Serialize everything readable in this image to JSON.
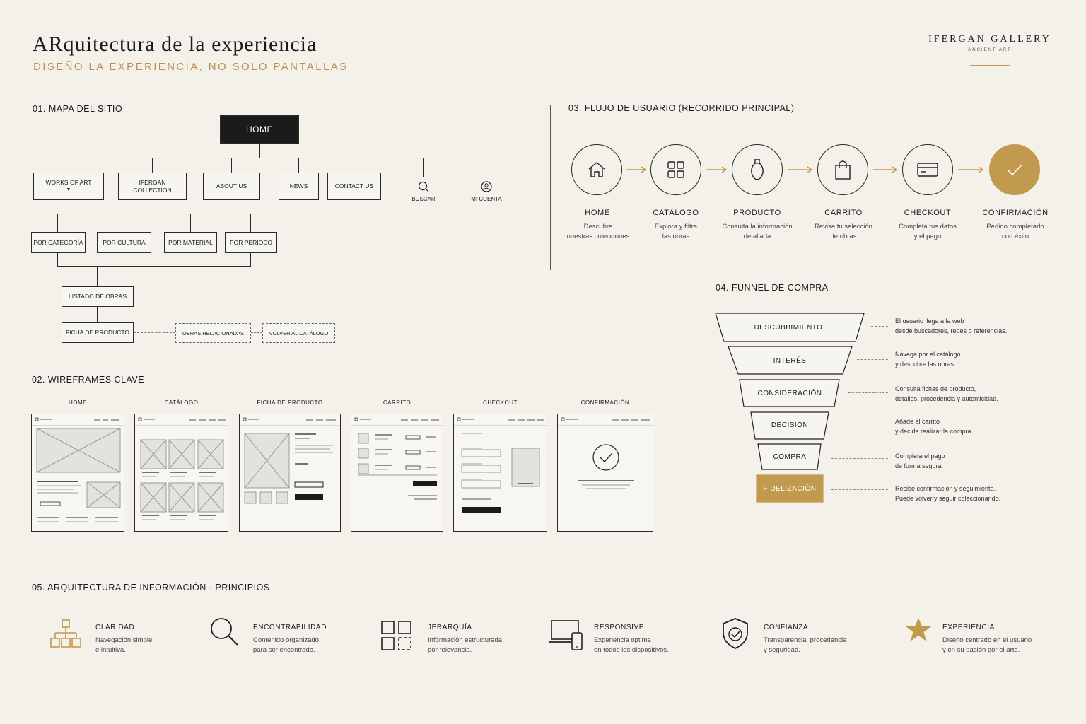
{
  "header": {
    "title": "ARquitectura de la experiencia",
    "subtitle": "DISEÑO LA EXPERIENCIA, NO SOLO PANTALLAS",
    "brand": "IFERGAN GALLERY",
    "brand_sub": "ANCIENT ART"
  },
  "sitemap": {
    "title": "01. MAPA DEL SITIO",
    "home": "HOME",
    "nav": [
      "WORKS OF ART",
      "IFERGAN COLLECTION",
      "ABOUT US",
      "NEWS",
      "CONTACT US"
    ],
    "buscar": "BUSCAR",
    "cuenta": "MI CUENTA",
    "filters": [
      "POR CATEGORÍA",
      "POR CULTURA",
      "POR MATERIAL",
      "POR PERIODO"
    ],
    "listado": "LISTADO DE OBRAS",
    "ficha": "FICHA DE PRODUCTO",
    "relacionadas": "OBRAS RELACIONADAS",
    "volver": "VOLVER AL CATÁLOGO"
  },
  "wireframes": {
    "title": "02. WIREFRAMES CLAVE",
    "labels": [
      "HOME",
      "CATÁLOGO",
      "FICHA DE PRODUCTO",
      "CARRITO",
      "CHECKOUT",
      "CONFIRMACIÓN"
    ]
  },
  "flow": {
    "title": "03. FLUJO DE USUARIO (RECORRIDO PRINCIPAL)",
    "steps": [
      {
        "title": "HOME",
        "desc1": "Descubre",
        "desc2": "nuestras colecciones"
      },
      {
        "title": "CATÁLOGO",
        "desc1": "Explora y filtra",
        "desc2": "las obras"
      },
      {
        "title": "PRODUCTO",
        "desc1": "Consulta la información",
        "desc2": "detallada"
      },
      {
        "title": "CARRITO",
        "desc1": "Revisa tu selección",
        "desc2": "de obras"
      },
      {
        "title": "CHECKOUT",
        "desc1": "Completa tus datos",
        "desc2": "y el pago"
      },
      {
        "title": "CONFIRMACIÓN",
        "desc1": "Pedido completado",
        "desc2": "con éxito"
      }
    ]
  },
  "funnel": {
    "title": "04. FUNNEL DE COMPRA",
    "stages": [
      {
        "label": "DESCUBBIMIENTO",
        "d1": "El usuario llega a la web",
        "d2": "desde buscadores, redes o referencias."
      },
      {
        "label": "INTERÉS",
        "d1": "Navega por el catálogo",
        "d2": "y descubre las obras."
      },
      {
        "label": "CONSIDERACIÓN",
        "d1": "Consulta fichas de producto,",
        "d2": "detalles, procedencia y autenticidad."
      },
      {
        "label": "DECISIÓN",
        "d1": "Añade al carrito",
        "d2": "y decide realizar la compra."
      },
      {
        "label": "COMPRA",
        "d1": "Completa el pago",
        "d2": "de forma segura."
      },
      {
        "label": "FIDELIZACIÓN",
        "d1": "Recibe confirmación y seguimiento.",
        "d2": "Puede volver y seguir coleccionando."
      }
    ],
    "gold": "#c29a4d"
  },
  "principles": {
    "title": "05. ARQUITECTURA DE INFORMACIÓN · PRINCIPIOS",
    "items": [
      {
        "title": "CLARIDAD",
        "d1": "Navegación simple",
        "d2": "e intuitiva.",
        "icon": "hierarchy-icon"
      },
      {
        "title": "ENCONTRABILIDAD",
        "d1": "Contenido organizado",
        "d2": "para ser encontrado.",
        "icon": "search-icon"
      },
      {
        "title": "JERARQUÍA",
        "d1": "Información estructurada",
        "d2": "por relevancia.",
        "icon": "grid-icon"
      },
      {
        "title": "RESPONSIVE",
        "d1": "Experiencia óptima",
        "d2": "en todos los dispositivos.",
        "icon": "devices-icon"
      },
      {
        "title": "CONFIANZA",
        "d1": "Transparencia, procedencia",
        "d2": "y seguridad.",
        "icon": "shield-icon"
      },
      {
        "title": "EXPERIENCIA",
        "d1": "Diseño centrado en el usuario",
        "d2": "y en su pasión por el arte.",
        "icon": "star-icon"
      }
    ]
  },
  "colors": {
    "accent": "#c29a4d",
    "ink": "#1a1a1a",
    "paper": "#f4f1ea"
  }
}
